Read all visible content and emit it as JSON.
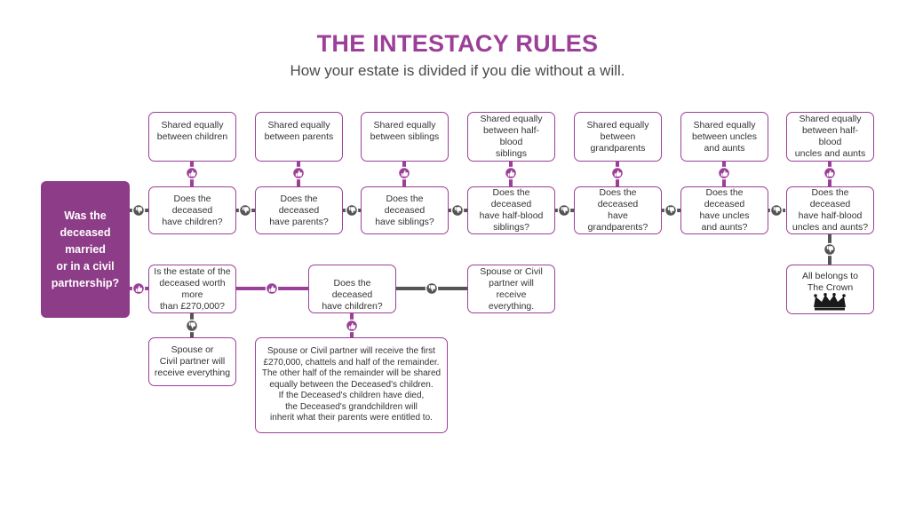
{
  "header": {
    "title": "THE INTESTACY RULES",
    "subtitle": "How your estate is divided if you die without a will."
  },
  "start": {
    "label": "Was the\ndeceased\nmarried\nor in a civil\npartnership?"
  },
  "colors": {
    "accent": "#9c3f98",
    "start_fill": "#8d3c88",
    "no_connector": "#555555"
  },
  "connector_icons": {
    "yes": "thumbs-up-icon",
    "no": "thumbs-down-icon"
  },
  "flow_no": {
    "questions": [
      "Does the deceased\nhave children?",
      "Does the deceased\nhave parents?",
      "Does the deceased\nhave siblings?",
      "Does the deceased\nhave half-blood\nsiblings?",
      "Does the deceased\nhave grandparents?",
      "Does the deceased\nhave uncles\nand aunts?",
      "Does the deceased\nhave half-blood\nuncles and aunts?"
    ],
    "outcomes": [
      "Shared equally\nbetween children",
      "Shared equally\nbetween parents",
      "Shared equally\nbetween siblings",
      "Shared equally\nbetween half-blood\nsiblings",
      "Shared equally\nbetween\ngrandparents",
      "Shared equally\nbetween uncles\nand aunts",
      "Shared equally\nbetween half-blood\nuncles and aunts"
    ],
    "final": "All belongs to\nThe Crown",
    "final_icon": "crown-icon"
  },
  "flow_yes": {
    "estate_question": "Is the estate of the\ndeceased worth more\nthan £270,000?",
    "children_question": "Does the deceased\nhave children?",
    "spouse_everything_small": "Spouse or\nCivil partner will\nreceive everything",
    "spouse_everything": "Spouse or Civil\npartner will receive\neverything.",
    "split_outcome": "Spouse or Civil partner will receive the first\n£270,000, chattels and half of the remainder.\nThe other half of the remainder will be shared\nequally between the Deceased's children.\nIf the Deceased's children have died,\nthe Deceased's grandchildren will\ninherit what their parents were entitled to."
  }
}
